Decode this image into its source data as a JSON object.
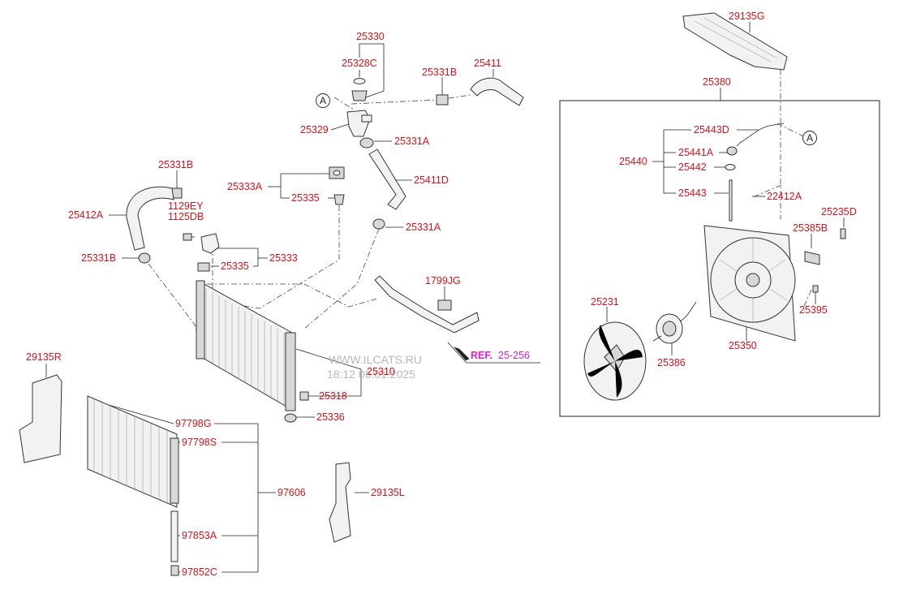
{
  "labels": {
    "p25330": "25330",
    "p25328c": "25328C",
    "p25331b_top": "25331B",
    "p25411": "25411",
    "p25329": "25329",
    "p25331a_upper": "25331A",
    "p25411d": "25411D",
    "p25333a": "25333A",
    "p25335_upper": "25335",
    "p25331a_lower": "25331A",
    "p25331b_left": "25331B",
    "p1129ey": "1129EY",
    "p1125db": "1125DB",
    "p25412a": "25412A",
    "p25333": "25333",
    "p25335_lower": "25335",
    "p25331b_bottom": "25331B",
    "p1799jg": "1799JG",
    "p25310": "25310",
    "p25318": "25318",
    "p25336": "25336",
    "p29135r": "29135R",
    "p97798g": "97798G",
    "p97798s": "97798S",
    "p97606": "97606",
    "p29135l": "29135L",
    "p97853a": "97853A",
    "p97852c": "97852C",
    "p29135g": "29135G",
    "p25380": "25380",
    "p25443d": "25443D",
    "p25441a": "25441A",
    "p25440": "25440",
    "p25442": "25442",
    "p25443": "25443",
    "p22412a": "22412A",
    "p25235d": "25235D",
    "p25385b": "25385B",
    "p25395": "25395",
    "p25231": "25231",
    "p25386": "25386",
    "p25350": "25350"
  },
  "reference": {
    "prefix": "REF.",
    "number": "25-256"
  },
  "markers": {
    "left": "A",
    "right": "A"
  },
  "watermark": {
    "line1": "WWW.ILCATS.RU",
    "line2": "18:12 06.01.2025"
  },
  "colors": {
    "label": "#d4141c",
    "reference": "#e01ed0",
    "line": "#222222"
  }
}
